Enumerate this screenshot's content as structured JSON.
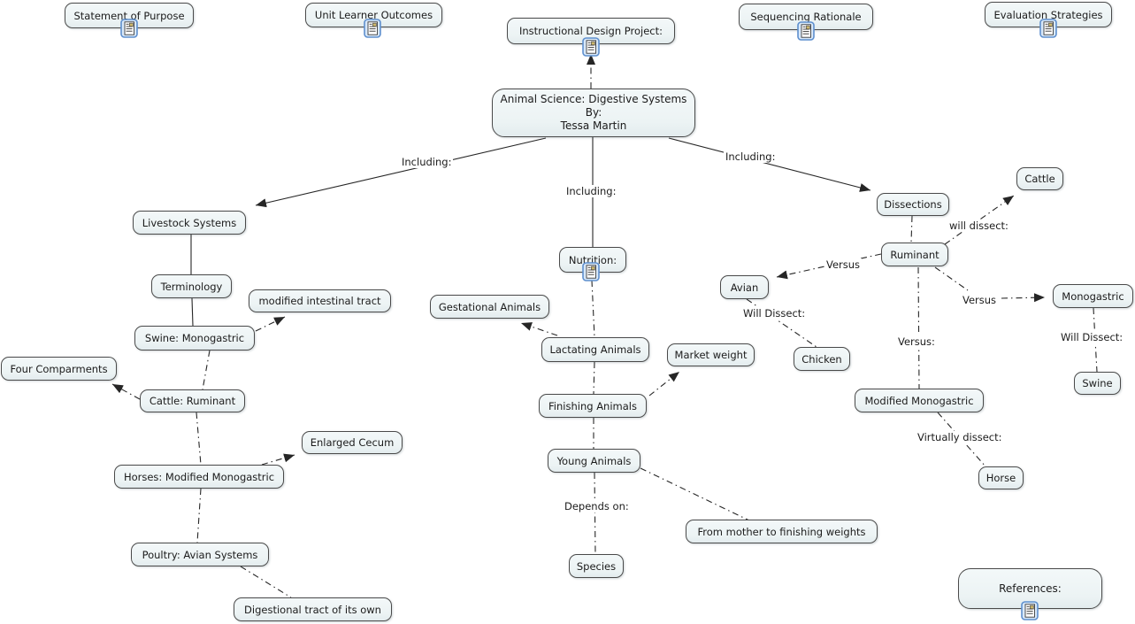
{
  "colors": {
    "bg": "#ffffff",
    "node_fill": "#ecf3f4",
    "node_border": "#4a4a4a",
    "line": "#262626",
    "text": "#1b1b1b",
    "icon_border": "#5e8fce",
    "icon_bg": "#d8e8f9"
  },
  "nodes": {
    "statement_of_purpose": {
      "label": "Statement of Purpose"
    },
    "unit_learner_outcomes": {
      "label": "Unit Learner Outcomes"
    },
    "instructional_design_project": {
      "label": "Instructional Design Project:"
    },
    "sequencing_rationale": {
      "label": "Sequencing Rationale"
    },
    "evaluation_strategies": {
      "label": "Evaluation Strategies"
    },
    "main": {
      "lines": [
        "Animal Science: Digestive Systems",
        "By:",
        "Tessa Martin"
      ]
    },
    "livestock_systems": {
      "label": "Livestock Systems"
    },
    "terminology": {
      "label": "Terminology"
    },
    "modified_intestinal_tract": {
      "label": "modified intestinal tract"
    },
    "swine_monogastric": {
      "label": "Swine: Monogastric"
    },
    "four_comparments": {
      "label": "Four Comparments"
    },
    "cattle_ruminant": {
      "label": "Cattle: Ruminant"
    },
    "enlarged_cecum": {
      "label": "Enlarged Cecum"
    },
    "horses_modified_monogastric": {
      "label": "Horses: Modified Monogastric"
    },
    "poultry_avian_systems": {
      "label": "Poultry: Avian Systems"
    },
    "digestional_tract": {
      "label": "Digestional tract of its own"
    },
    "nutrition": {
      "label": "Nutrition:"
    },
    "gestational_animals": {
      "label": "Gestational Animals"
    },
    "lactating_animals": {
      "label": "Lactating Animals"
    },
    "market_weight": {
      "label": "Market weight"
    },
    "finishing_animals": {
      "label": "Finishing Animals"
    },
    "young_animals": {
      "label": "Young Animals"
    },
    "species": {
      "label": "Species"
    },
    "from_mother": {
      "label": "From mother to finishing weights"
    },
    "dissections": {
      "label": "Dissections"
    },
    "ruminant": {
      "label": "Ruminant"
    },
    "cattle": {
      "label": "Cattle"
    },
    "avian": {
      "label": "Avian"
    },
    "chicken": {
      "label": "Chicken"
    },
    "monogastric": {
      "label": "Monogastric"
    },
    "swine": {
      "label": "Swine"
    },
    "modified_monogastric": {
      "label": "Modified Monogastric"
    },
    "horse": {
      "label": "Horse"
    },
    "references": {
      "label": "References:"
    }
  },
  "edge_labels": {
    "including_left": "Including:",
    "including_center": "Including:",
    "including_right": "Including:",
    "will_dissect_cattle": "will dissect:",
    "versus_avian": "Versus",
    "versus_monogastric": "Versus",
    "versus_modified": "Versus:",
    "will_dissect_chicken": "Will Dissect:",
    "will_dissect_swine": "Will Dissect:",
    "virtually_dissect": "Virtually dissect:",
    "depends_on": "Depends on:"
  }
}
